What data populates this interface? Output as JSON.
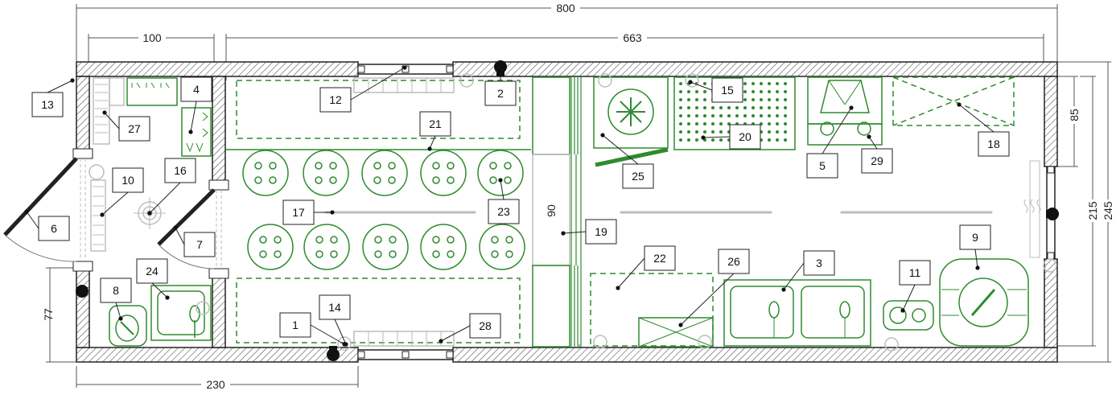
{
  "dimensions": {
    "total_width": "800",
    "inner_width": "663",
    "small_room_width": "100",
    "left_block_width": "230",
    "window_height": "85",
    "door_height": "215",
    "total_height": "245",
    "left_door_height": "77",
    "passage_width": "90"
  },
  "callouts": [
    "1",
    "2",
    "3",
    "4",
    "5",
    "6",
    "7",
    "8",
    "9",
    "10",
    "11",
    "12",
    "13",
    "14",
    "15",
    "16",
    "17",
    "18",
    "19",
    "20",
    "21",
    "22",
    "23",
    "24",
    "25",
    "26",
    "27",
    "28",
    "29"
  ],
  "colors": {
    "wall": "#222222",
    "equipment": "#2e8b2e",
    "fixture": "#bdbdbd"
  }
}
